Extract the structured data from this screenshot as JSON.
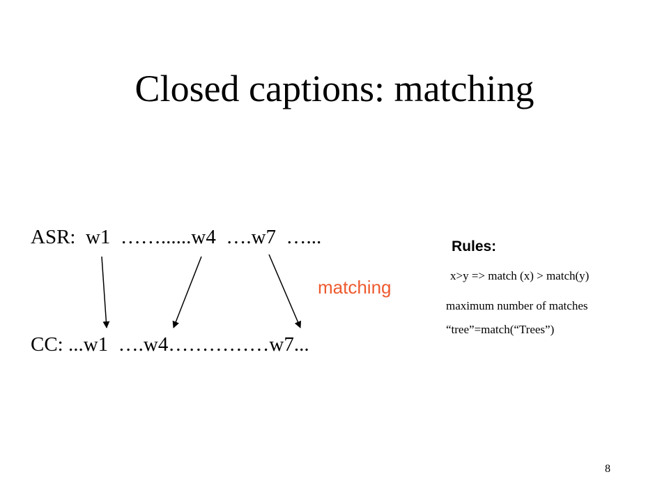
{
  "slide": {
    "title": "Closed captions: matching",
    "asr_text": "ASR:  w1  ……......w4  ….w7  …...",
    "cc_text": "CC: ...w1  ….w4……………w7...",
    "matching_label": "matching",
    "rules": {
      "heading": "Rules:",
      "items": [
        "x>y => match (x) > match(y)",
        "maximum number of matches",
        "“tree”=match(“Trees”)"
      ]
    },
    "page_number": "8"
  },
  "colors": {
    "text": "#000000",
    "accent": "#ee5a2e",
    "background": "#ffffff"
  }
}
